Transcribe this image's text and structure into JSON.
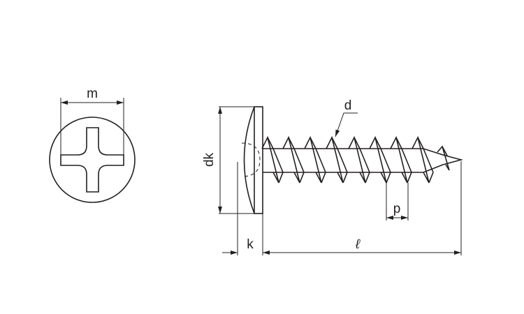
{
  "labels": {
    "m": "m",
    "dk": "dk",
    "d": "d",
    "p": "p",
    "k": "k",
    "l": "ℓ"
  },
  "colors": {
    "line": "#231f20",
    "background": "#ffffff"
  }
}
